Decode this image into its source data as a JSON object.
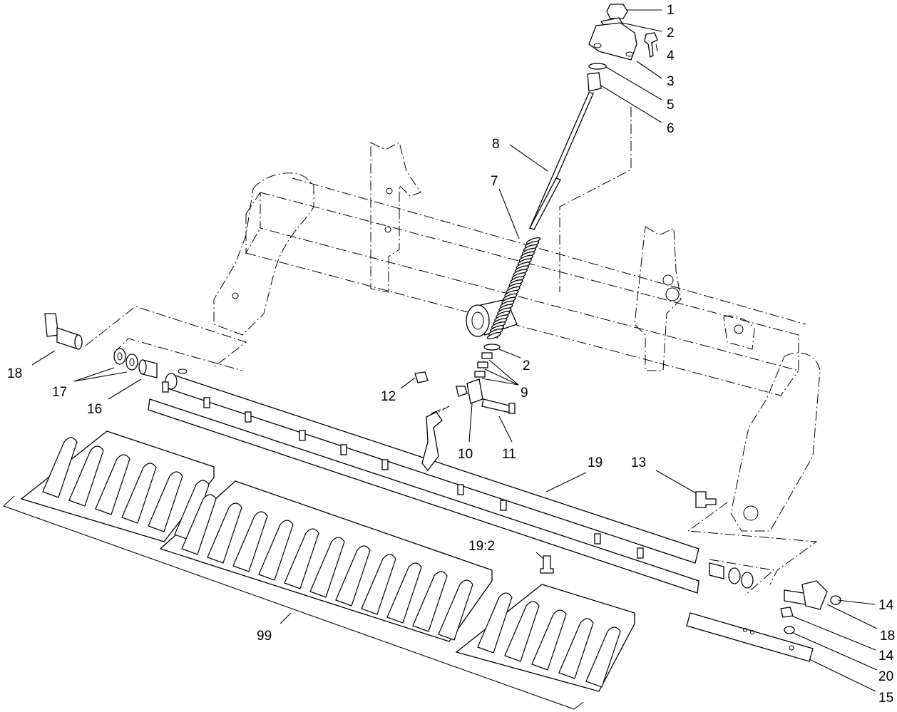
{
  "callouts": {
    "c1": "1",
    "c2a": "2",
    "c3": "3",
    "c4": "4",
    "c5": "5",
    "c6": "6",
    "c7": "7",
    "c8": "8",
    "c2b": "2",
    "c9": "9",
    "c10": "10",
    "c11": "11",
    "c12": "12",
    "c13": "13",
    "c14a": "14",
    "c14b": "14",
    "c15": "15",
    "c16": "16",
    "c17": "17",
    "c18a": "18",
    "c18b": "18",
    "c19": "19",
    "c19_2": "19:2",
    "c20": "20",
    "c99": "99"
  }
}
